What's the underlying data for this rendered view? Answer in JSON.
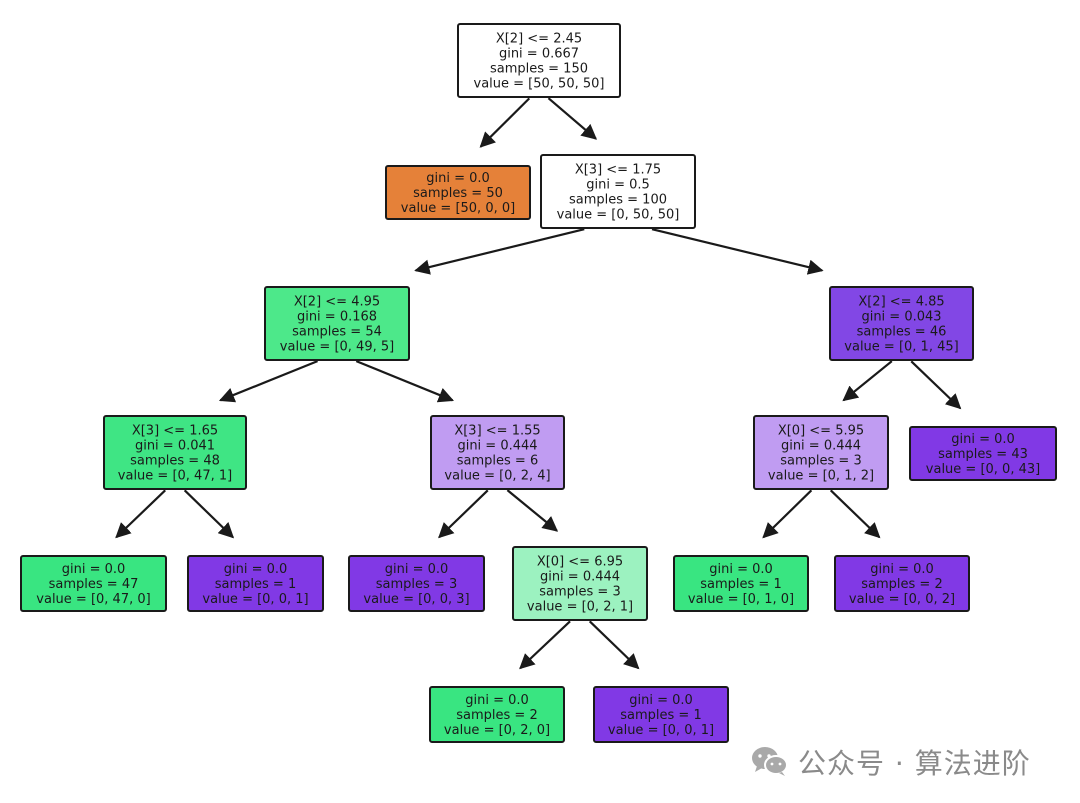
{
  "nodes": [
    {
      "id": "n0",
      "color": "#ffffff",
      "lines": [
        "X[2] <= 2.45",
        "gini = 0.667",
        "samples = 150",
        "value = [50, 50, 50]"
      ]
    },
    {
      "id": "n1",
      "color": "#e58139",
      "lines": [
        "gini = 0.0",
        "samples = 50",
        "value = [50, 0, 0]"
      ]
    },
    {
      "id": "n2",
      "color": "#ffffff",
      "lines": [
        "X[3] <= 1.75",
        "gini = 0.5",
        "samples = 100",
        "value = [0, 50, 50]"
      ]
    },
    {
      "id": "n3",
      "color": "#4de88a",
      "lines": [
        "X[2] <= 4.95",
        "gini = 0.168",
        "samples = 54",
        "value = [0, 49, 5]"
      ]
    },
    {
      "id": "n4",
      "color": "#8247e5",
      "lines": [
        "X[2] <= 4.85",
        "gini = 0.043",
        "samples = 46",
        "value = [0, 1, 45]"
      ]
    },
    {
      "id": "n5",
      "color": "#3fe584",
      "lines": [
        "X[3] <= 1.65",
        "gini = 0.041",
        "samples = 48",
        "value = [0, 47, 1]"
      ]
    },
    {
      "id": "n6",
      "color": "#c09cf2",
      "lines": [
        "X[3] <= 1.55",
        "gini = 0.444",
        "samples = 6",
        "value = [0, 2, 4]"
      ]
    },
    {
      "id": "n7",
      "color": "#c09cf2",
      "lines": [
        "X[0] <= 5.95",
        "gini = 0.444",
        "samples = 3",
        "value = [0, 1, 2]"
      ]
    },
    {
      "id": "n8",
      "color": "#8139e5",
      "lines": [
        "gini = 0.0",
        "samples = 43",
        "value = [0, 0, 43]"
      ]
    },
    {
      "id": "n9",
      "color": "#39e581",
      "lines": [
        "gini = 0.0",
        "samples = 47",
        "value = [0, 47, 0]"
      ]
    },
    {
      "id": "n10",
      "color": "#8139e5",
      "lines": [
        "gini = 0.0",
        "samples = 1",
        "value = [0, 0, 1]"
      ]
    },
    {
      "id": "n11",
      "color": "#8139e5",
      "lines": [
        "gini = 0.0",
        "samples = 3",
        "value = [0, 0, 3]"
      ]
    },
    {
      "id": "n12",
      "color": "#9cf2c0",
      "lines": [
        "X[0] <= 6.95",
        "gini = 0.444",
        "samples = 3",
        "value = [0, 2, 1]"
      ]
    },
    {
      "id": "n13",
      "color": "#39e581",
      "lines": [
        "gini = 0.0",
        "samples = 1",
        "value = [0, 1, 0]"
      ]
    },
    {
      "id": "n14",
      "color": "#8139e5",
      "lines": [
        "gini = 0.0",
        "samples = 2",
        "value = [0, 0, 2]"
      ]
    },
    {
      "id": "n15",
      "color": "#39e581",
      "lines": [
        "gini = 0.0",
        "samples = 2",
        "value = [0, 2, 0]"
      ]
    },
    {
      "id": "n16",
      "color": "#8139e5",
      "lines": [
        "gini = 0.0",
        "samples = 1",
        "value = [0, 0, 1]"
      ]
    }
  ],
  "edges": [
    [
      "n0",
      "n1"
    ],
    [
      "n0",
      "n2"
    ],
    [
      "n2",
      "n3"
    ],
    [
      "n2",
      "n4"
    ],
    [
      "n3",
      "n5"
    ],
    [
      "n3",
      "n6"
    ],
    [
      "n4",
      "n7"
    ],
    [
      "n4",
      "n8"
    ],
    [
      "n5",
      "n9"
    ],
    [
      "n5",
      "n10"
    ],
    [
      "n6",
      "n11"
    ],
    [
      "n6",
      "n12"
    ],
    [
      "n7",
      "n13"
    ],
    [
      "n7",
      "n14"
    ],
    [
      "n12",
      "n15"
    ],
    [
      "n12",
      "n16"
    ]
  ],
  "watermark": {
    "text": "公众号 · 算法进阶",
    "icon": "wechat-icon"
  }
}
